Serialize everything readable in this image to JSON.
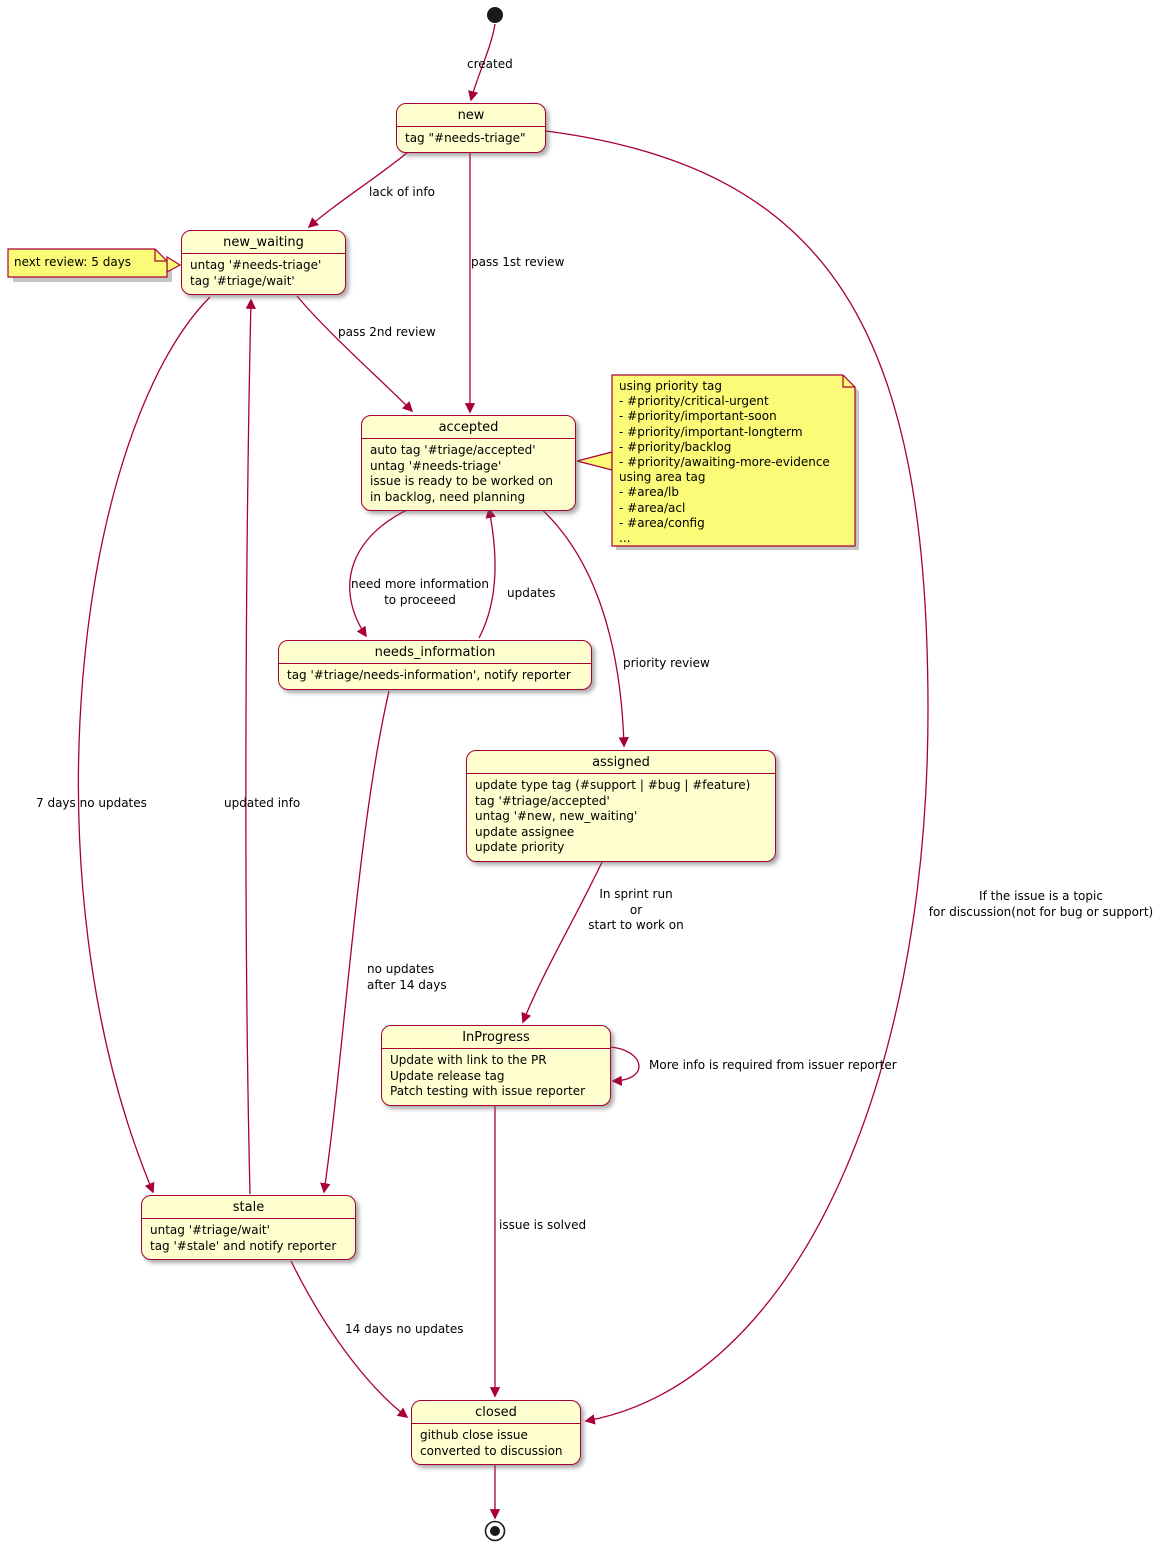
{
  "diagram": {
    "colors": {
      "state_fill": "#FEFECE",
      "state_border": "#A80036",
      "note_fill": "#FBFB77",
      "arrow": "#A80036"
    },
    "states": {
      "new": {
        "title": "new",
        "body": "tag \"#needs-triage\""
      },
      "new_waiting": {
        "title": "new_waiting",
        "body": "untag '#needs-triage'\ntag '#triage/wait'"
      },
      "accepted": {
        "title": "accepted",
        "body": "auto tag '#triage/accepted'\nuntag '#needs-triage'\nissue is ready to be worked on\nin backlog, need planning"
      },
      "needs_information": {
        "title": "needs_information",
        "body": "tag '#triage/needs-information', notify reporter"
      },
      "assigned": {
        "title": "assigned",
        "body": "update type tag (#support | #bug | #feature)\ntag '#triage/accepted'\nuntag '#new, new_waiting'\nupdate assignee\nupdate priority"
      },
      "InProgress": {
        "title": "InProgress",
        "body": "Update with link to the PR\nUpdate release tag\nPatch testing with issue reporter"
      },
      "stale": {
        "title": "stale",
        "body": "untag '#triage/wait'\ntag '#stale' and notify reporter"
      },
      "closed": {
        "title": "closed",
        "body": "github close issue\nconverted to discussion"
      }
    },
    "notes": {
      "next_review": "next review: 5 days",
      "priority": "using priority tag\n- #priority/critical-urgent\n- #priority/important-soon\n- #priority/important-longterm\n- #priority/backlog\n- #priority/awaiting-more-evidence\nusing area tag\n- #area/lb\n- #area/acl\n- #area/config\n..."
    },
    "edge_labels": {
      "created": "created",
      "lack_of_info": "lack of info",
      "pass_1st_review": "pass 1st review",
      "pass_2nd_review": "pass 2nd review",
      "need_more_info": "need more information\nto proceeed",
      "updates": "updates",
      "priority_review": "priority review",
      "in_sprint": "In sprint run\nor\nstart to work on",
      "seven_days": "7 days no updates",
      "updated_info": "updated info",
      "no_updates_14": "no updates\nafter 14 days",
      "more_info_loop": "More info is required from issuer reporter",
      "topic_discussion": "If the issue is a topic\nfor discussion(not for bug or support)",
      "issue_solved": "issue is solved",
      "fourteen_days": "14 days no updates"
    }
  }
}
